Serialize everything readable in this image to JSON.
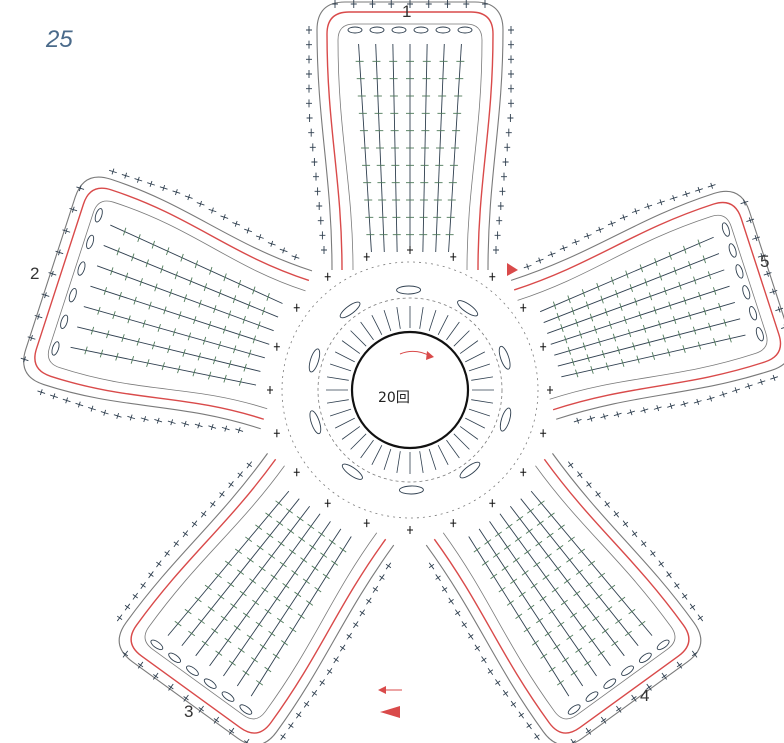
{
  "figure_number": "25",
  "center_label": "20回",
  "petal_labels": [
    "1",
    "2",
    "3",
    "4",
    "5"
  ],
  "colors": {
    "outline_red": "#d94a4a",
    "outline_gray": "#7a7a7a",
    "stitch_dark": "#2f3f4f",
    "stitch_green": "#4f7a5a",
    "row_number": "#e0a090",
    "arrow_red": "#d94a4a"
  },
  "icons": [
    "row-start-arrow-icon",
    "direction-arrow-icon",
    "join-marker-icon"
  ]
}
